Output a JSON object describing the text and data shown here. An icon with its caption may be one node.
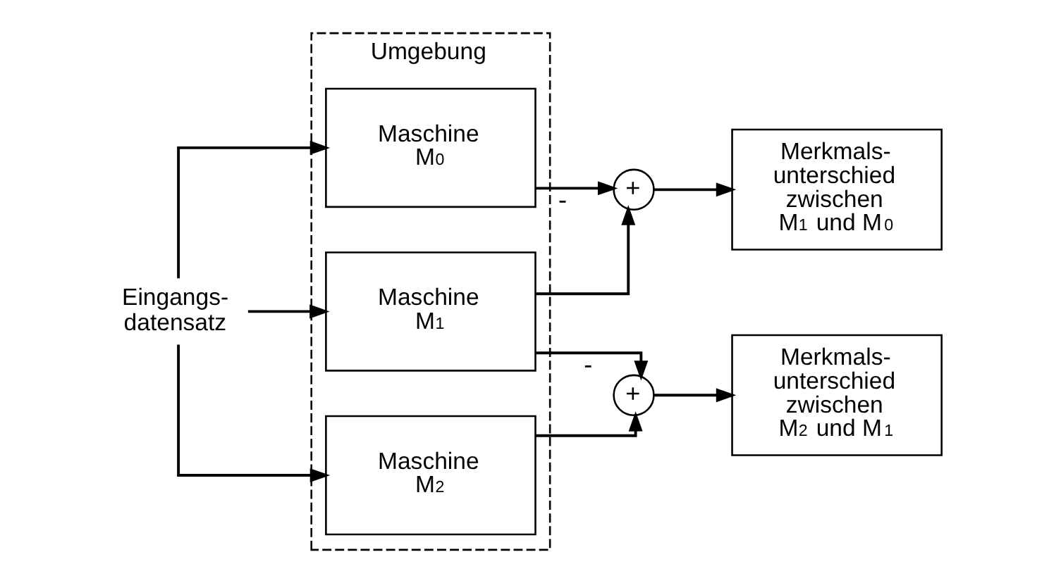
{
  "diagram": {
    "nodes": [
      {
        "text": [
          "Eingangs- datensatz"
        ]
      },
      {
        "text": [
          "Umgebung"
        ]
      },
      {
        "text": [
          "Maschine M$_{0}$"
        ],
        "in": 1
      },
      {
        "text": [
          "Maschine M$_{1}$"
        ],
        "in": 1
      },
      {
        "text": [
          "Maschine M$_{2}$"
        ],
        "in": 1
      },
      {
        "text": [
          "+"
        ]
      },
      {
        "text": [
          "+"
        ]
      },
      {
        "text": [
          "Merkmals- unterschied zwischen M$_{1}$ und M$_{0}$"
        ]
      },
      {
        "text": [
          "Merkmals- unterschied zwischen M$_{2}$ und M$_{1}$"
        ]
      }
    ],
    "edges": [
      {
        "from": 0,
        "to": 2,
        "arrow": "to"
      },
      {
        "from": 0,
        "to": 3,
        "arrow": "to"
      },
      {
        "from": 0,
        "to": 4,
        "arrow": "to"
      },
      {
        "from": 2,
        "to": 5,
        "arrow": "to",
        "label": "-"
      },
      {
        "from": 3,
        "to": 5,
        "arrow": "to"
      },
      {
        "from": 3,
        "to": 6,
        "arrow": "to",
        "label": "-"
      },
      {
        "from": 4,
        "to": 6,
        "arrow": "to"
      },
      {
        "from": 5,
        "to": 7,
        "arrow": "to"
      },
      {
        "from": 6,
        "to": 8,
        "arrow": "to"
      }
    ]
  }
}
